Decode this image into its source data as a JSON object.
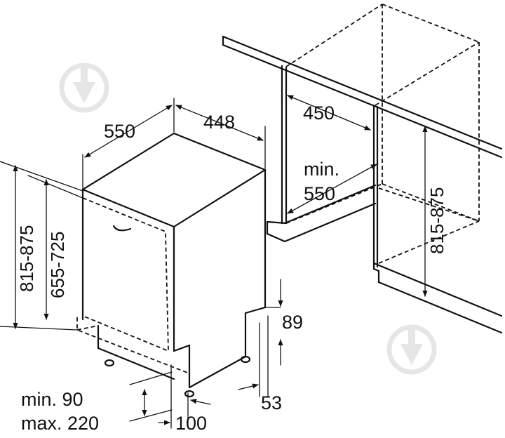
{
  "dimensions": {
    "depth": "550",
    "width": "448",
    "niche_width": "450",
    "niche_depth_line1": "min.",
    "niche_depth_line2": "550",
    "niche_height": "815-875",
    "total_height": "815-875",
    "appliance_height": "655-725",
    "plinth_height": "89",
    "foot_offset": "53",
    "plinth_setback": "100",
    "door_gap_line1": "min. 90",
    "door_gap_line2": "max. 220"
  },
  "watermark": {
    "icon": "pen-nib-watermark-icon",
    "color": "#e6e6e6"
  }
}
